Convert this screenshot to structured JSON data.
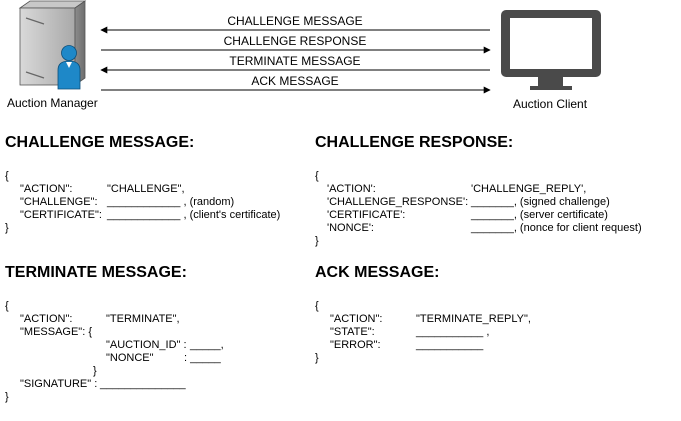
{
  "actors": {
    "manager_label": "Auction Manager",
    "client_label": "Auction Client"
  },
  "messages": [
    {
      "label": "CHALLENGE MESSAGE",
      "direction": "client-to-manager"
    },
    {
      "label": "CHALLENGE RESPONSE",
      "direction": "manager-to-client"
    },
    {
      "label": "TERMINATE MESSAGE",
      "direction": "client-to-manager"
    },
    {
      "label": "ACK MESSAGE",
      "direction": "manager-to-client"
    }
  ],
  "sections": {
    "challenge_message": {
      "title": "CHALLENGE MESSAGE:",
      "open": "{",
      "k1": "\"ACTION\":",
      "v1": "\"CHALLENGE\",",
      "k2": "\"CHALLENGE\":",
      "v2": "____________ , (random)",
      "k3": "\"CERTIFICATE\":",
      "v3": "____________ , (client's certificate)",
      "close": "}"
    },
    "challenge_response": {
      "title": "CHALLENGE RESPONSE:",
      "open": "{",
      "k1": "'ACTION':",
      "v1": "'CHALLENGE_REPLY',",
      "k2": "'CHALLENGE_RESPONSE':",
      "v2": "_______, (signed challenge)",
      "k3": "'CERTIFICATE':",
      "v3": "_______, (server certificate)",
      "k4": "'NONCE':",
      "v4": "_______, (nonce for client request)",
      "close": "}"
    },
    "terminate_message": {
      "title": "TERMINATE MESSAGE:",
      "open": "{",
      "k1": "\"ACTION\":",
      "v1": "\"TERMINATE\",",
      "k2": "\"MESSAGE\":  {",
      "k3": "\"AUCTION_ID\" :",
      "v3": "_____,",
      "k4": "\"NONCE\"",
      "v4": ": _____",
      "inner_close": "}",
      "k5": "\"SIGNATURE\" :",
      "v5": "______________",
      "close": "}"
    },
    "ack_message": {
      "title": "ACK MESSAGE:",
      "open": "{",
      "k1": "\"ACTION\":",
      "v1": "\"TERMINATE_REPLY\",",
      "k2": "\"STATE\":",
      "v2": "___________ ,",
      "k3": "\"ERROR\":",
      "v3": "___________",
      "close": "}"
    }
  },
  "colors": {
    "monitor": "#4a4a4a",
    "server_body": "#b8b8b8",
    "person": "#1e88c8",
    "line": "#000000"
  },
  "icons": {
    "manager": "server-with-user-icon",
    "client": "desktop-monitor-icon"
  }
}
